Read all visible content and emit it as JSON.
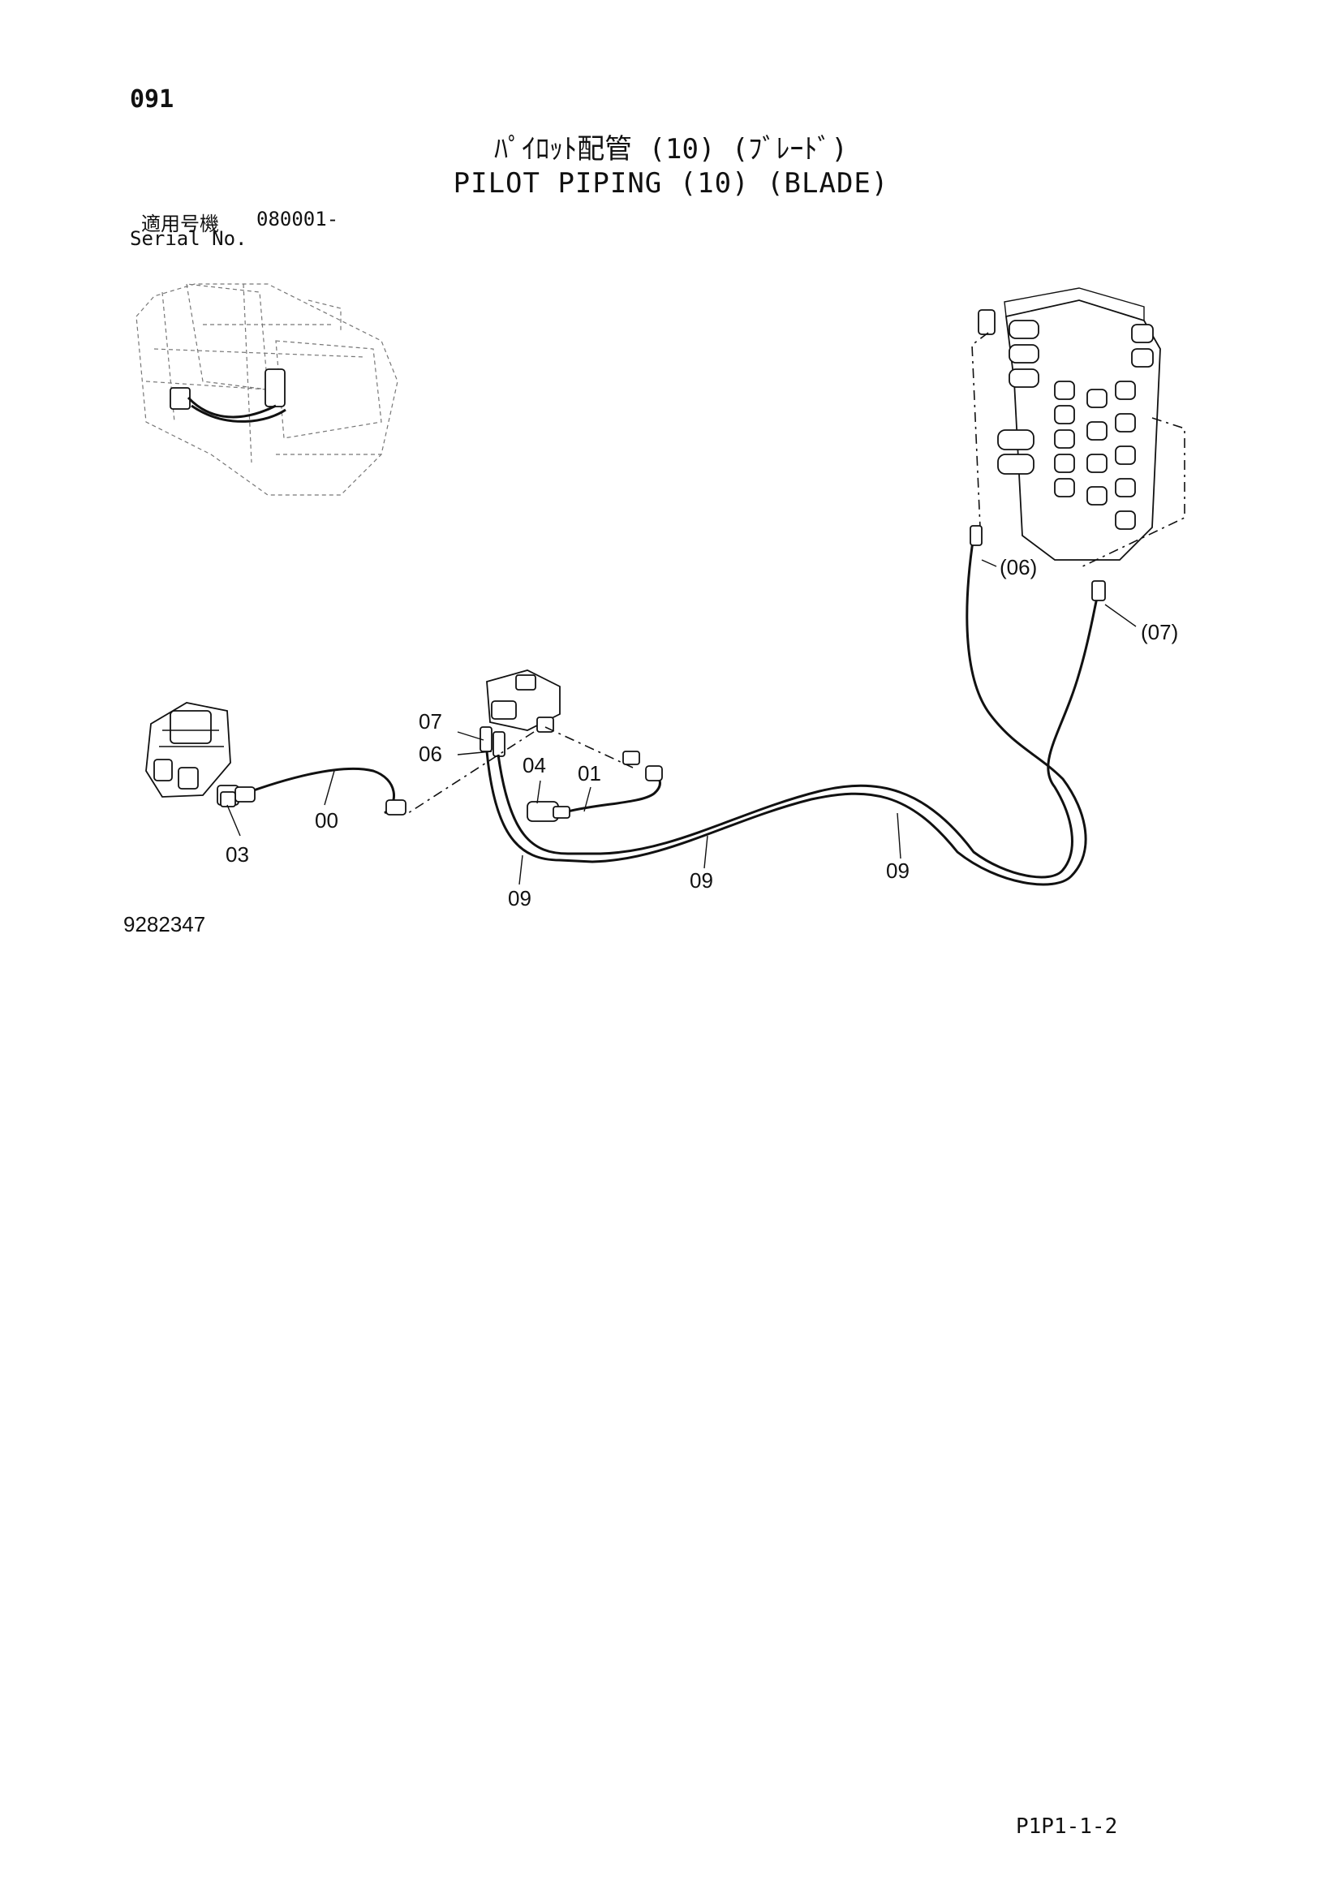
{
  "header": {
    "page_number": "091",
    "title_jp": "ﾊﾟｲﾛｯﾄ配管 (10) (ﾌﾞﾚｰﾄﾞ)",
    "title_en": "PILOT PIPING (10) (BLADE)",
    "serial_label_jp": "適用号機",
    "serial_value": "080001-",
    "serial_label_en": "Serial No."
  },
  "callouts": {
    "c06_paren": "(06)",
    "c07_paren": "(07)",
    "c07": "07",
    "c06": "06",
    "c04": "04",
    "c01": "01",
    "c00": "00",
    "c03": "03",
    "c09_a": "09",
    "c09_b": "09",
    "c09_c": "09"
  },
  "footer": {
    "figure_number": "9282347",
    "page_code": "P1P1-1-2"
  }
}
